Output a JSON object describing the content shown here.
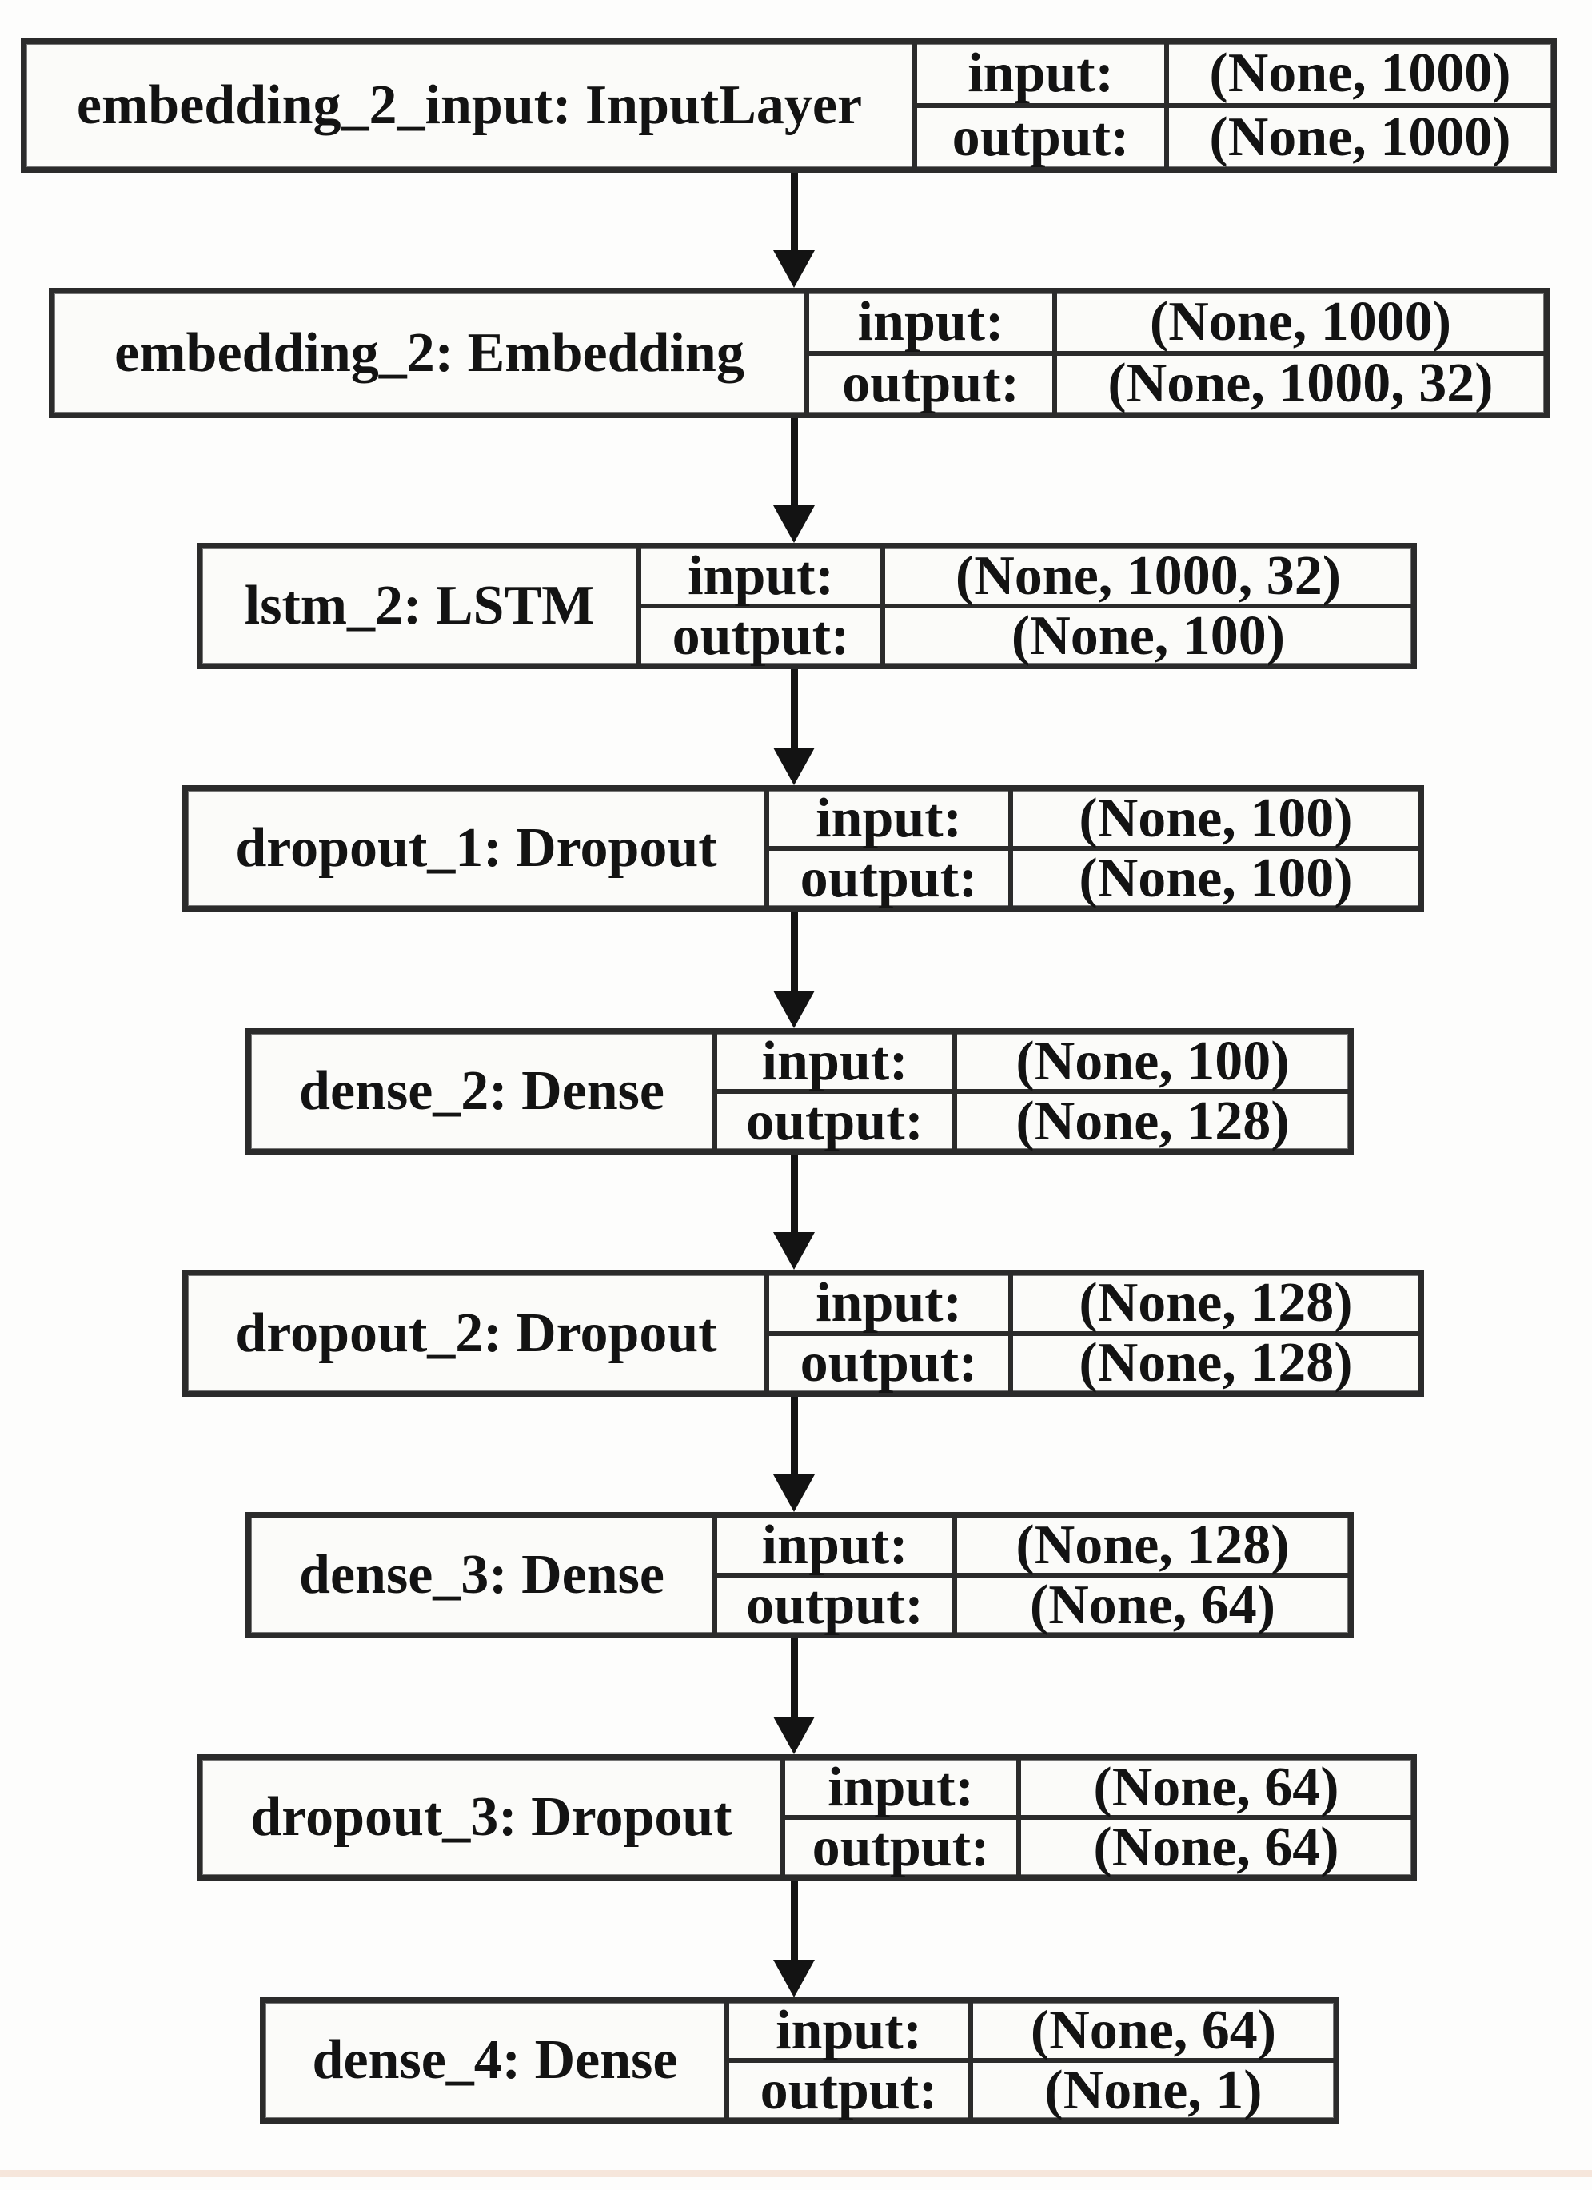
{
  "diagram": {
    "io_labels": {
      "input": "input:",
      "output": "output:"
    },
    "layers": [
      {
        "name": "embedding_2_input: InputLayer",
        "input_shape": "(None, 1000)",
        "output_shape": "(None, 1000)"
      },
      {
        "name": "embedding_2: Embedding",
        "input_shape": "(None, 1000)",
        "output_shape": "(None, 1000, 32)"
      },
      {
        "name": "lstm_2: LSTM",
        "input_shape": "(None, 1000, 32)",
        "output_shape": "(None, 100)"
      },
      {
        "name": "dropout_1: Dropout",
        "input_shape": "(None, 100)",
        "output_shape": "(None, 100)"
      },
      {
        "name": "dense_2: Dense",
        "input_shape": "(None, 100)",
        "output_shape": "(None, 128)"
      },
      {
        "name": "dropout_2: Dropout",
        "input_shape": "(None, 128)",
        "output_shape": "(None, 128)"
      },
      {
        "name": "dense_3: Dense",
        "input_shape": "(None, 128)",
        "output_shape": "(None, 64)"
      },
      {
        "name": "dropout_3: Dropout",
        "input_shape": "(None, 64)",
        "output_shape": "(None, 64)"
      },
      {
        "name": "dense_4: Dense",
        "input_shape": "(None, 64)",
        "output_shape": "(None, 1)"
      }
    ],
    "colors": {
      "border": "#2b2b2b",
      "cell_background": "#fbfbf9",
      "page_background": "#fdfdfc",
      "text": "#131313",
      "arrow": "#131313"
    }
  }
}
